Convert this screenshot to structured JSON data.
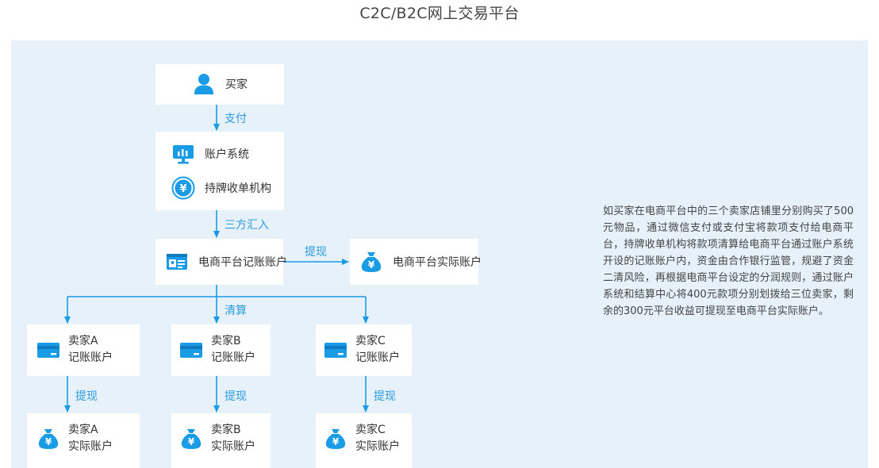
{
  "page_title": "C2C/B2C网上交易平台",
  "colors": {
    "accent": "#1a9be6",
    "panel_bg": "#e6f1fa",
    "box_bg": "#ffffff"
  },
  "nodes": {
    "buyer": {
      "label": "买家",
      "icon": "user-icon"
    },
    "account_system": {
      "label": "账户系统",
      "icon": "monitor-chart-icon"
    },
    "acquirer": {
      "label": "持牌收单机构",
      "icon": "yen-circle-icon"
    },
    "platform_ledger": {
      "label": "电商平台记账账户",
      "icon": "id-card-icon"
    },
    "platform_actual": {
      "label": "电商平台实际账户",
      "icon": "money-bag-icon"
    },
    "sellers": [
      {
        "name": "卖家A",
        "ledger_label": "记账账户",
        "actual_label": "实际账户"
      },
      {
        "name": "卖家B",
        "ledger_label": "记账账户",
        "actual_label": "实际账户"
      },
      {
        "name": "卖家C",
        "ledger_label": "记账账户",
        "actual_label": "实际账户"
      }
    ]
  },
  "edges": {
    "pay": "支付",
    "tripartite": "三方汇入",
    "withdraw_platform": "提现",
    "settle": "清算",
    "withdraw": [
      "提现",
      "提现",
      "提现"
    ]
  },
  "description": "如买家在电商平台中的三个卖家店铺里分别购买了500元物品，通过微信支付或支付宝将款项支付给电商平台，持牌收单机构将款项清算给电商平台通过账户系统开设的记账账户内，资金由合作银行监管，规避了资金二清风险，再根据电商平台设定的分润规则，通过账户系统和结算中心将400元款项分别划拨给三位卖家，剩余的300元平台收益可提现至电商平台实际账户。"
}
